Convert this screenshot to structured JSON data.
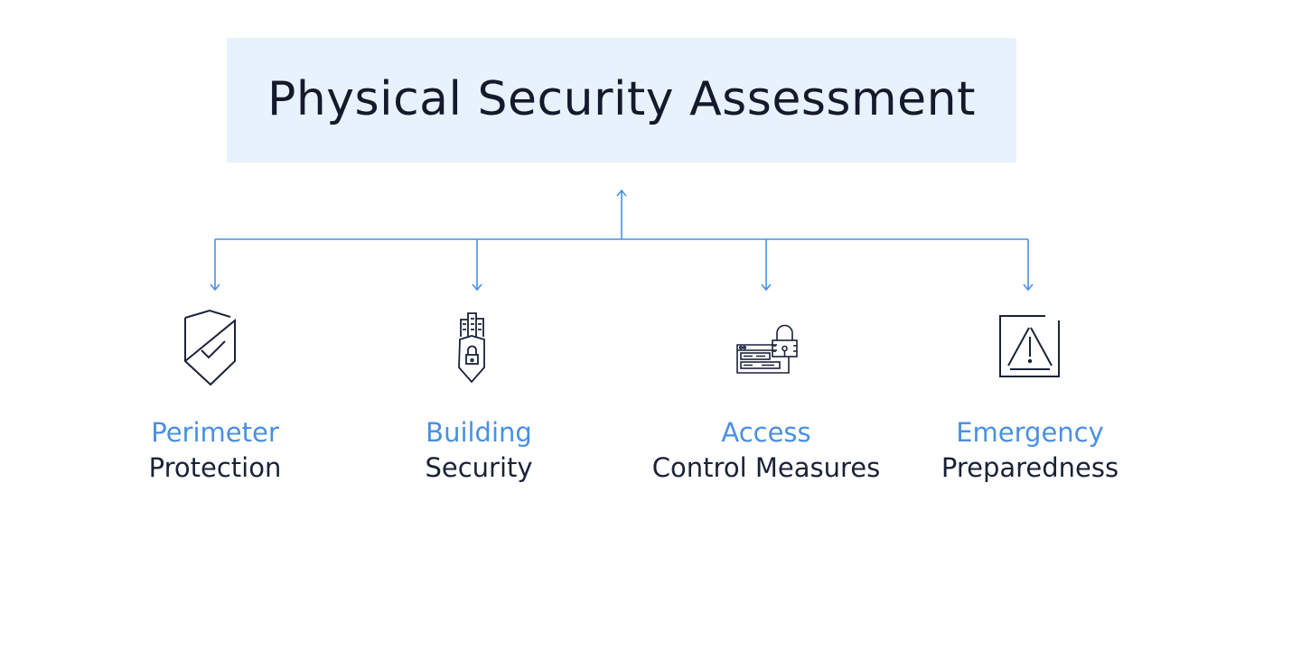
{
  "title": "Physical Security Assessment",
  "colors": {
    "accent": "#4a90e2",
    "title_bg": "#e8f2fc",
    "text": "#1a2238"
  },
  "nodes": [
    {
      "line1": "Perimeter",
      "line2": "Protection",
      "icon": "shield-check-icon"
    },
    {
      "line1": "Building",
      "line2": "Security",
      "icon": "building-shield-lock-icon"
    },
    {
      "line1": "Access",
      "line2": "Control Measures",
      "icon": "browser-lock-icon"
    },
    {
      "line1": "Emergency",
      "line2": "Preparedness",
      "icon": "warning-triangle-icon"
    }
  ]
}
